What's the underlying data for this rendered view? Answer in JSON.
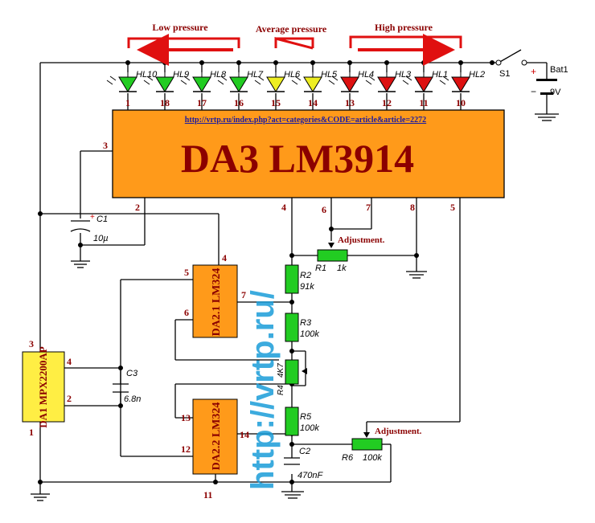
{
  "header_labels": {
    "low": "Low pressure",
    "average": "Average pressure",
    "high": "High pressure"
  },
  "chip_main": {
    "name": "DA3 LM3914",
    "url": "http://vrtp.ru/index.php?act=categories&CODE=article&article=2272"
  },
  "led_refs": [
    "HL10",
    "HL9",
    "HL8",
    "HL7",
    "HL6",
    "HL5",
    "HL4",
    "HL3",
    "HL1",
    "HL2"
  ],
  "led_pins": [
    "1",
    "18",
    "17",
    "16",
    "15",
    "14",
    "13",
    "12",
    "11",
    "10"
  ],
  "led_colors": [
    "#22cc22",
    "#22cc22",
    "#22cc22",
    "#22cc22",
    "#eeee22",
    "#eeee22",
    "#dd1111",
    "#dd1111",
    "#dd1111",
    "#dd1111"
  ],
  "battery": {
    "ref": "Bat1",
    "voltage": "9V",
    "switch": "S1",
    "plus": "+",
    "minus": "−"
  },
  "main_pins": {
    "p2": "2",
    "p3": "3",
    "p4": "4",
    "p5": "5",
    "p6": "6",
    "p7": "7",
    "p8": "8"
  },
  "cap1": {
    "ref": "C1",
    "value": "10µ",
    "plus": "+"
  },
  "r1": {
    "ref": "R1",
    "value": "1k",
    "note": "Adjustment."
  },
  "r2": {
    "ref": "R2",
    "value": "91k"
  },
  "r3": {
    "ref": "R3",
    "value": "100k"
  },
  "r4": {
    "ref": "R4",
    "value": "4K7"
  },
  "r5": {
    "ref": "R5",
    "value": "100k"
  },
  "r6": {
    "ref": "R6",
    "value": "100k",
    "note": "Adjustment."
  },
  "c2": {
    "ref": "C2",
    "value": "470nF"
  },
  "c3": {
    "ref": "C3",
    "value": "6.8n"
  },
  "opamp1": {
    "name": "DA2.1 LM324",
    "pin_a": "5",
    "pin_b": "6",
    "pin_c": "4",
    "pin_out": "7"
  },
  "opamp2": {
    "name": "DA2.2 LM324",
    "pin_a": "13",
    "pin_b": "12",
    "pin_out": "14",
    "pin_gnd": "11"
  },
  "sensor": {
    "name": "DA1 MPX2200AP",
    "pin3": "3",
    "pin4": "4",
    "pin2": "2",
    "pin1": "1"
  },
  "watermark": "http://vrtp.ru/",
  "colors": {
    "wire": "#000000",
    "chip": "#ff9a1a",
    "chip_text": "#8b0000",
    "pin": "#8b0000",
    "resistor": "#22cc22",
    "sensor": "#ffee44",
    "arrow": "#e01010",
    "watermark": "#1a9cd8"
  }
}
